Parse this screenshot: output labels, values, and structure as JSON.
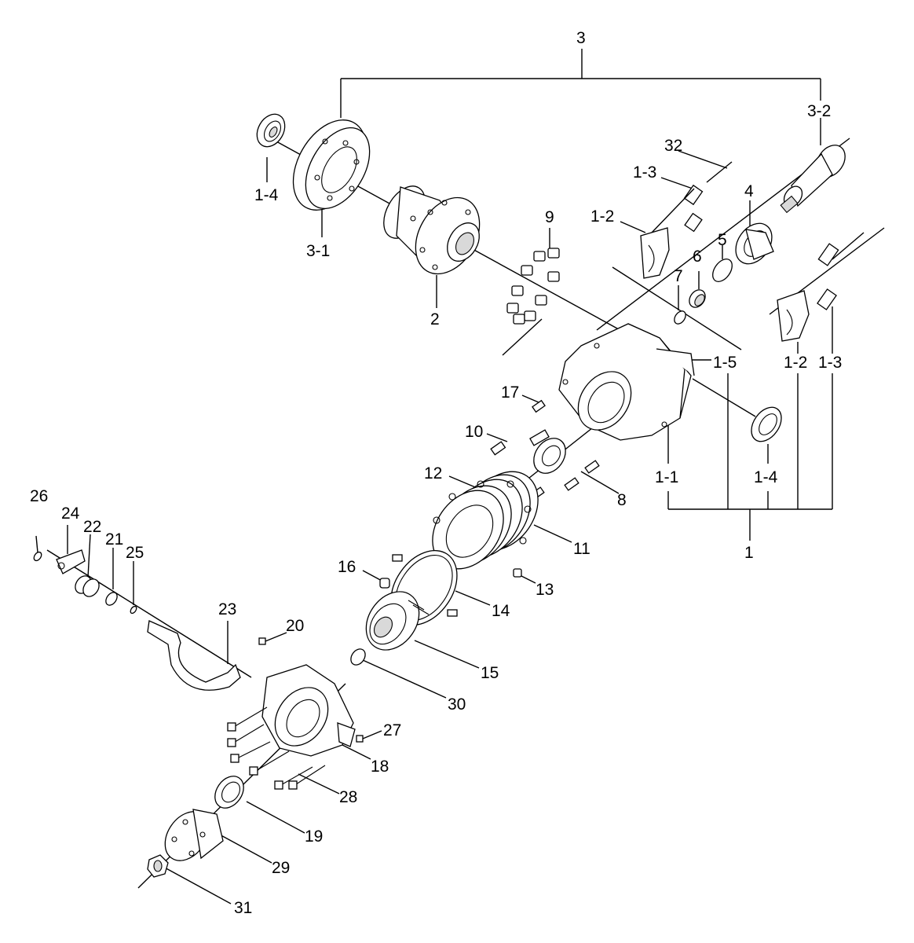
{
  "labels": {
    "l3": "3",
    "l3_2": "3-2",
    "l32": "32",
    "l1_3a": "1-3",
    "l4": "4",
    "l9": "9",
    "l1_2a": "1-2",
    "l5": "5",
    "l1_4a": "1-4",
    "l6": "6",
    "l7": "7",
    "l3_1": "3-1",
    "l2": "2",
    "l1_5": "1-5",
    "l1_2b": "1-2",
    "l1_3b": "1-3",
    "l17": "17",
    "l10": "10",
    "l12": "12",
    "l1_1": "1-1",
    "l1_4b": "1-4",
    "l8": "8",
    "l26": "26",
    "l24": "24",
    "l22": "22",
    "l21": "21",
    "l25": "25",
    "l11": "11",
    "l1": "1",
    "l16": "16",
    "l13": "13",
    "l23": "23",
    "l20": "20",
    "l14": "14",
    "l15": "15",
    "l30": "30",
    "l27": "27",
    "l18": "18",
    "l28": "28",
    "l19": "19",
    "l29": "29",
    "l31": "31"
  }
}
